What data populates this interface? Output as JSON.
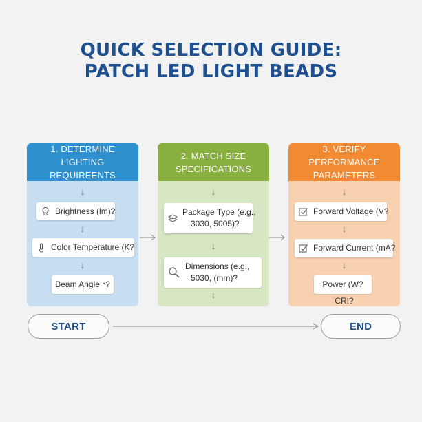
{
  "title": {
    "line1": "QUICK SELECTION GUIDE:",
    "line2": "PATCH LED LIGHT BEADS"
  },
  "steps": [
    {
      "header_line1": "1. DETERMINE",
      "header_line2": "LIGHTING REQUIREENTS",
      "color": "#2e90cf",
      "items": [
        {
          "icon": "lightbulb-icon",
          "label": "Brightness (lm)?"
        },
        {
          "icon": "thermometer-icon",
          "label": "Color Temperature (K?"
        },
        {
          "icon": "",
          "label": "Beam Angle °?"
        }
      ]
    },
    {
      "header_line1": "2. MATCH SIZE",
      "header_line2": "SPECIFICATIONS",
      "color": "#87b03f",
      "items": [
        {
          "icon": "package-icon",
          "label_line1": "Package Type (e.g.,",
          "label_line2": "3030, 5005)?"
        },
        {
          "icon": "magnifier-icon",
          "label_line1": "Dimensions  (e.g.,",
          "label_line2": "5030, (mm)?"
        }
      ]
    },
    {
      "header_line1": "3. VERIFY PERFORMANCE",
      "header_line2": "PARAMETERS",
      "color": "#f08a33",
      "items": [
        {
          "icon": "checkbox-icon",
          "label": "Forward Voltage (V?"
        },
        {
          "icon": "checkbox-icon",
          "label": "Forward Current (mA?"
        },
        {
          "icon": "",
          "label": "Power (W?"
        }
      ],
      "extra": "CRI?"
    }
  ],
  "flow": {
    "start": "START",
    "end": "END"
  }
}
